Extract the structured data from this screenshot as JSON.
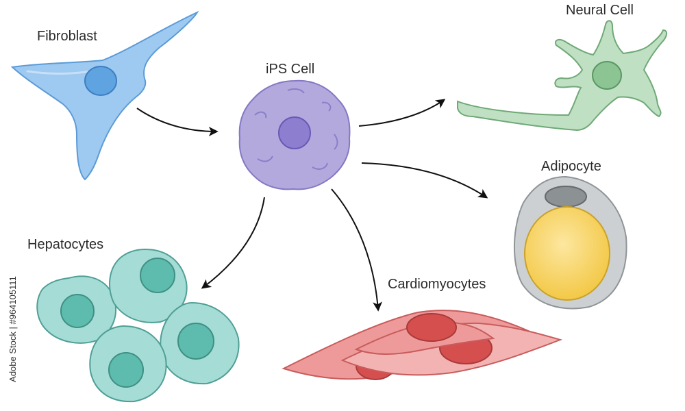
{
  "labels": {
    "fibroblast": "Fibroblast",
    "ips_cell": "iPS Cell",
    "neural_cell": "Neural Cell",
    "adipocyte": "Adipocyte",
    "hepatocytes": "Hepatocytes",
    "cardiomyocytes": "Cardiomyocytes"
  },
  "watermark": "Adobe Stock | #964105111",
  "colors": {
    "fibroblast": "#9ec9f0",
    "ips_cell": "#b3a9dd",
    "neural_cell": "#bfe0c2",
    "adipocyte_shell": "#cdd0d2",
    "adipocyte_lipid": "#f7d458",
    "hepatocyte": "#a6dcd6",
    "cardiomyocyte": "#ef9a9a",
    "arrow": "#111111"
  }
}
